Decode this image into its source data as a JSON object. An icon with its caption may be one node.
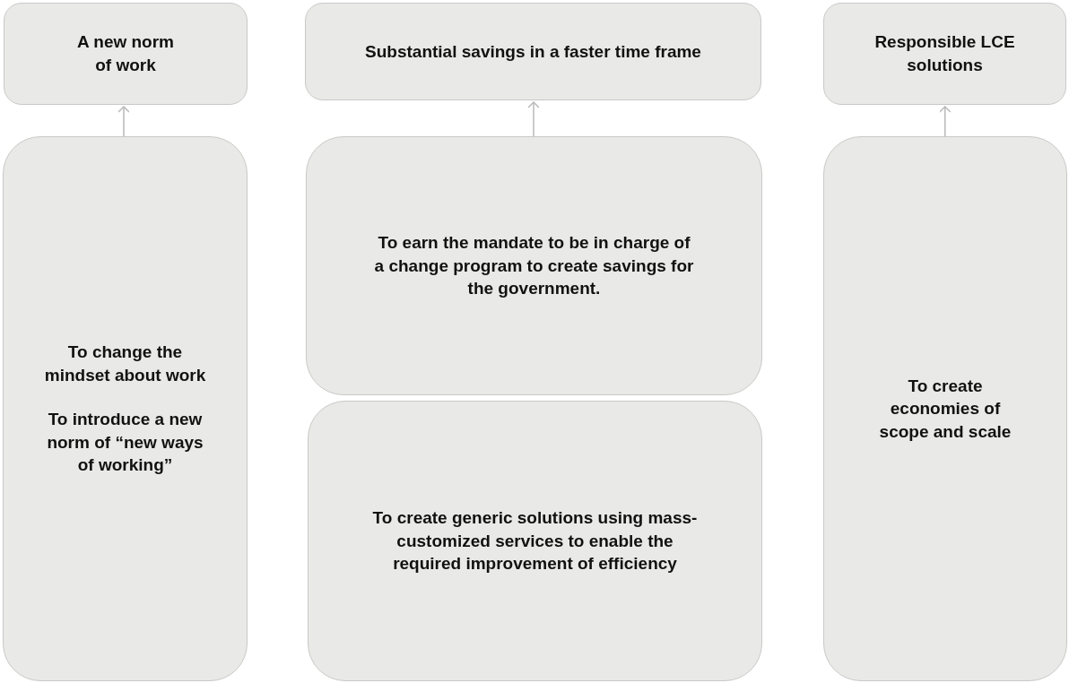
{
  "diagram": {
    "nodes": [
      {
        "text": [
          "A new norm of work"
        ]
      },
      {
        "text": [
          "Substantial savings in a faster time frame"
        ]
      },
      {
        "text": [
          "Responsible LCE solutions"
        ]
      },
      {
        "text": [
          "To change the mindset about work",
          "To introduce a new norm of “new ways of working”"
        ]
      },
      {
        "text": [
          "To earn the mandate to be in charge of a change program to create savings for the government."
        ]
      },
      {
        "text": [
          "To create generic solutions using mass-customized services to enable the required improvement of efficiency"
        ]
      },
      {
        "text": [
          "To create economies of scope and scale"
        ]
      }
    ],
    "edges": [
      {
        "from": 3,
        "to": 0,
        "arrow": "to"
      },
      {
        "from": 4,
        "to": 1,
        "arrow": "to"
      },
      {
        "from": 6,
        "to": 2,
        "arrow": "to"
      }
    ]
  }
}
